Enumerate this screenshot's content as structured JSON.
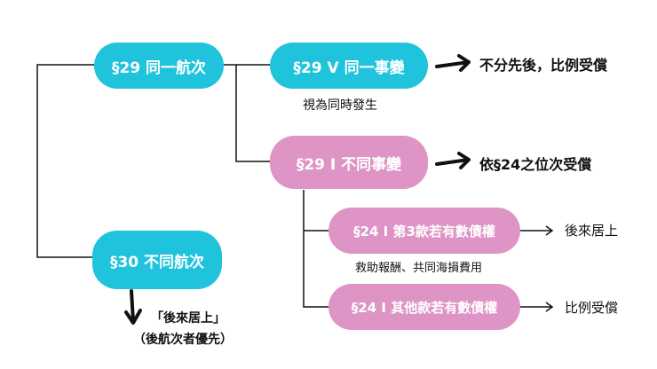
{
  "nodes": {
    "s29_same_voyage": "§29 同一航次",
    "s29_v_same_event": "§29 V 同一事變",
    "s29_i_diff_event": "§29 I 不同事變",
    "s24_i_third": "§24 I 第3款若有數債權",
    "s24_i_other": "§24 I 其他款若有數債權",
    "s30_diff_voyage": "§30 不同航次"
  },
  "outcomes": {
    "same_event": "不分先後，比例受償",
    "diff_event": "依§24之位次受償",
    "third_result": "後來居上",
    "other_result": "比例受償",
    "s30_result_line1": "「後來居上」",
    "s30_result_line2": "（後航次者優先）"
  },
  "notes": {
    "same_event_note": "視為同時發生",
    "third_note": "救助報酬、共同海損費用"
  },
  "colors": {
    "cyan": "#1fc3dc",
    "pink": "#de94c4",
    "line": "#111111"
  }
}
